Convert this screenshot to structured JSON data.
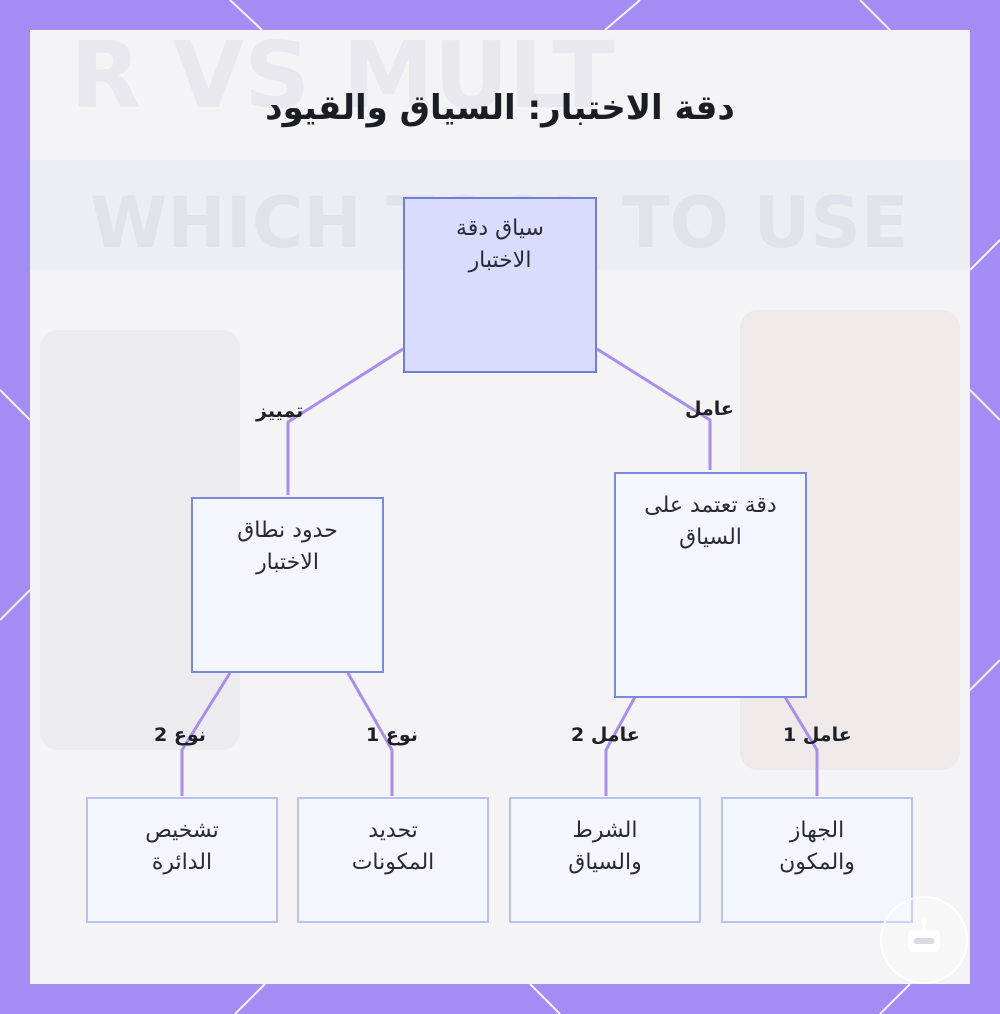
{
  "title": "دقة الاختبار: السياق والقيود",
  "background_text": {
    "line1": "R VS MULT",
    "line2": "WHICH TOOL TO USE"
  },
  "colors": {
    "frame": "#a48cf5",
    "edge": "#a98de9",
    "node_primary_fill": "#dadcfd",
    "node_fill": "#f4f6fe"
  },
  "nodes": {
    "root": "سياق دقة الاختبار",
    "context_accuracy": "دقة تعتمد على السياق",
    "scope_limits": "حدود نطاق الاختبار",
    "device_component": "الجهاز والمكون",
    "condition_context": "الشرط والسياق",
    "component_identification": "تحديد المكونات",
    "circuit_diagnosis": "تشخيص الدائرة"
  },
  "edges": {
    "root_to_context": "عامل",
    "root_to_scope": "تمييز",
    "factor1": "عامل 1",
    "factor2": "عامل 2",
    "type1": "نوع 1",
    "type2": "نوع 2"
  },
  "watermark_icon": "robot-icon"
}
